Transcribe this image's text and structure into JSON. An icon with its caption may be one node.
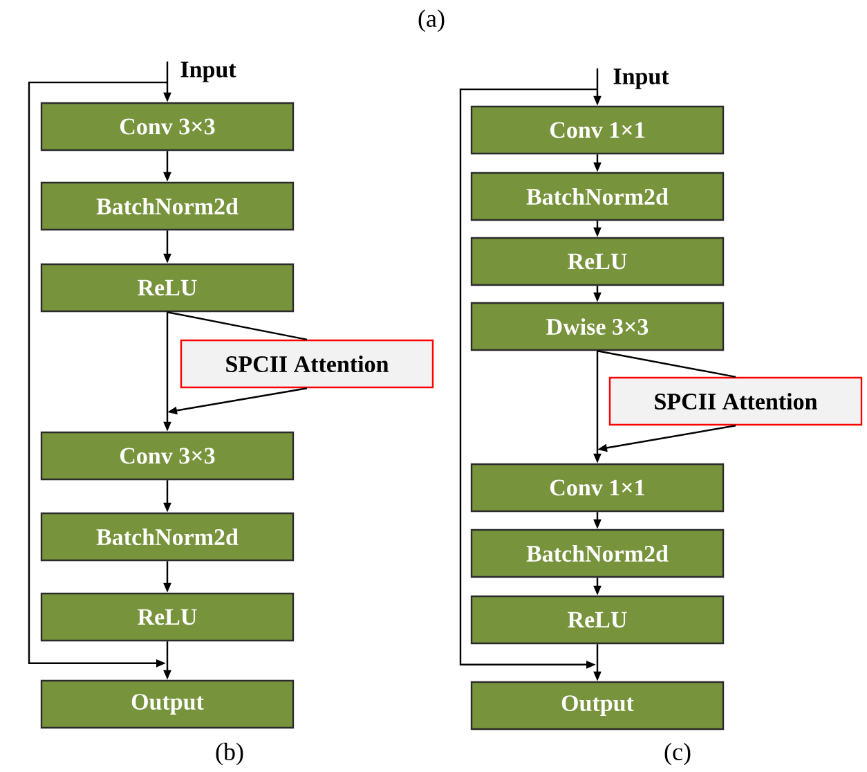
{
  "diagram": {
    "nodes": [
      {
        "text": [
          "Input"
        ]
      },
      {
        "text": [
          "Conv 3×3"
        ]
      },
      {
        "text": [
          "BatchNorm2d"
        ]
      },
      {
        "text": [
          "ReLU"
        ]
      },
      {
        "text": [
          "SPCII Attention"
        ]
      },
      {
        "text": [
          "Conv 3×3"
        ]
      },
      {
        "text": [
          "BatchNorm2d"
        ]
      },
      {
        "text": [
          "ReLU"
        ]
      },
      {
        "text": [
          "Output"
        ]
      },
      {
        "text": [
          "Input"
        ]
      },
      {
        "text": [
          "Conv 1×1"
        ]
      },
      {
        "text": [
          "BatchNorm2d"
        ]
      },
      {
        "text": [
          "ReLU"
        ]
      },
      {
        "text": [
          "Dwise 3×3"
        ]
      },
      {
        "text": [
          "SPCII Attention"
        ]
      },
      {
        "text": [
          "Conv 1×1"
        ]
      },
      {
        "text": [
          "BatchNorm2d"
        ]
      },
      {
        "text": [
          "ReLU"
        ]
      },
      {
        "text": [
          "Output"
        ]
      }
    ],
    "edges": [
      {
        "from": 0,
        "to": 1,
        "arrow": "to"
      },
      {
        "from": 0,
        "to": 8,
        "arrow": "to"
      },
      {
        "from": 1,
        "to": 2,
        "arrow": "to"
      },
      {
        "from": 2,
        "to": 3,
        "arrow": "to"
      },
      {
        "from": 3,
        "to": 5,
        "arrow": "to"
      },
      {
        "from": 3,
        "to": 4,
        "arrow": "none"
      },
      {
        "from": 4,
        "to": 5,
        "arrow": "to"
      },
      {
        "from": 5,
        "to": 6,
        "arrow": "to"
      },
      {
        "from": 6,
        "to": 7,
        "arrow": "to"
      },
      {
        "from": 7,
        "to": 8,
        "arrow": "to"
      },
      {
        "from": 9,
        "to": 10,
        "arrow": "to"
      },
      {
        "from": 9,
        "to": 18,
        "arrow": "to"
      },
      {
        "from": 10,
        "to": 11,
        "arrow": "to"
      },
      {
        "from": 11,
        "to": 12,
        "arrow": "to"
      },
      {
        "from": 12,
        "to": 13,
        "arrow": "to"
      },
      {
        "from": 13,
        "to": 15,
        "arrow": "to"
      },
      {
        "from": 13,
        "to": 14,
        "arrow": "none"
      },
      {
        "from": 14,
        "to": 15,
        "arrow": "to"
      },
      {
        "from": 15,
        "to": 16,
        "arrow": "to"
      },
      {
        "from": 16,
        "to": 17,
        "arrow": "to"
      },
      {
        "from": 17,
        "to": 18,
        "arrow": "to"
      }
    ],
    "labels": [
      "(a)",
      "(b)",
      "(c)"
    ]
  }
}
